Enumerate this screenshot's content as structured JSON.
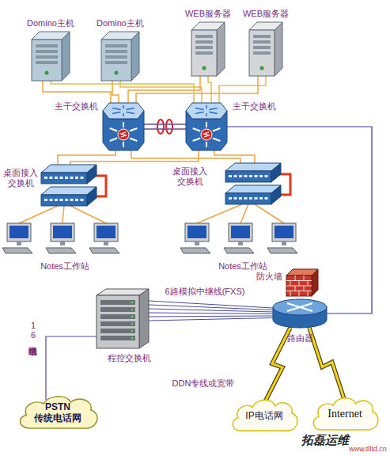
{
  "diagram": {
    "nodes": [
      {
        "text": [
          "Domino主机"
        ]
      },
      {
        "text": [
          "Domino主机"
        ]
      },
      {
        "text": [
          "WEB服务器"
        ]
      },
      {
        "text": [
          "WEB服务器"
        ]
      },
      {
        "text": [
          "主干交换机"
        ]
      },
      {
        "text": [
          "主干交换机"
        ]
      },
      {
        "text": [
          "桌面接入 交换机"
        ]
      },
      {
        "text": [
          "桌面接入 交换机"
        ]
      },
      {
        "text": [
          "Notes工作站"
        ]
      },
      {
        "text": [
          "Notes工作站"
        ]
      },
      {
        "text": [
          "程控交换机"
        ]
      },
      {
        "text": [
          "防火墙"
        ]
      },
      {
        "text": [
          "路由器"
        ]
      },
      {
        "text": [
          "PSTN 传统电话网"
        ]
      },
      {
        "text": [
          "IP电话网"
        ]
      },
      {
        "text": [
          "Internet"
        ]
      }
    ],
    "edges": [
      {
        "from": 0,
        "to": 4,
        "arrow": "none"
      },
      {
        "from": 0,
        "to": 5,
        "arrow": "none"
      },
      {
        "from": 1,
        "to": 4,
        "arrow": "none"
      },
      {
        "from": 1,
        "to": 5,
        "arrow": "none"
      },
      {
        "from": 2,
        "to": 4,
        "arrow": "none"
      },
      {
        "from": 2,
        "to": 5,
        "arrow": "none"
      },
      {
        "from": 3,
        "to": 4,
        "arrow": "none"
      },
      {
        "from": 3,
        "to": 5,
        "arrow": "none"
      },
      {
        "from": 4,
        "to": 5,
        "arrow": "none"
      },
      {
        "from": 4,
        "to": 6,
        "arrow": "none"
      },
      {
        "from": 4,
        "to": 7,
        "arrow": "none"
      },
      {
        "from": 5,
        "to": 6,
        "arrow": "none"
      },
      {
        "from": 5,
        "to": 7,
        "arrow": "none"
      },
      {
        "from": 6,
        "to": 8,
        "arrow": "none"
      },
      {
        "from": 7,
        "to": 9,
        "arrow": "none"
      },
      {
        "from": 5,
        "to": 12,
        "arrow": "none"
      },
      {
        "from": 10,
        "to": 12,
        "label": "6路模拟中继线(FXS)",
        "arrow": "none"
      },
      {
        "from": 10,
        "to": 13,
        "label": "16路市话中继线",
        "arrow": "none"
      },
      {
        "from": 12,
        "to": 14,
        "arrow": "none"
      },
      {
        "from": 12,
        "to": 15,
        "arrow": "none"
      }
    ],
    "labels": [
      "DDN专线或宽带",
      "拓磊运维",
      "www.tlltd.cn"
    ]
  }
}
